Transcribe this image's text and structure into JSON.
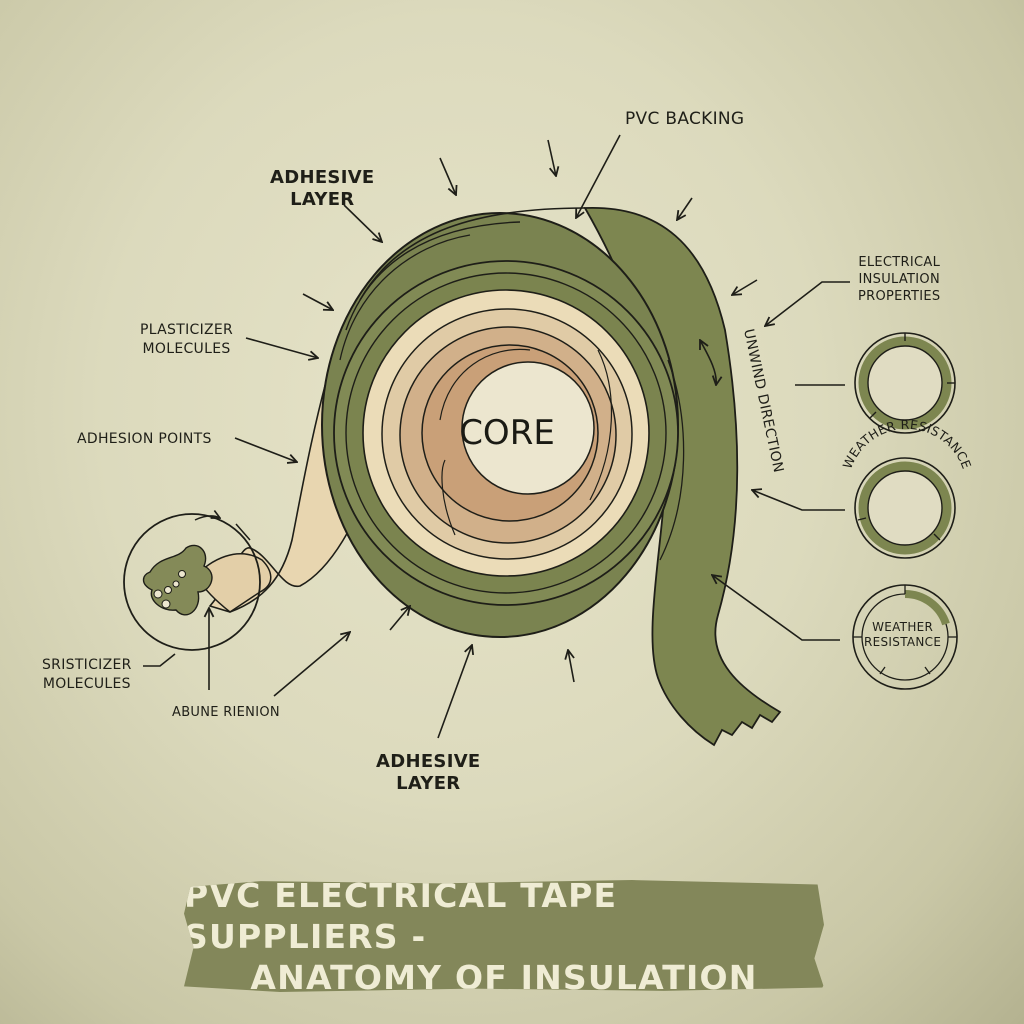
{
  "title": {
    "line1": "PVC ELECTRICAL TAPE SUPPLIERS -",
    "line2": "ANATOMY OF INSULATION"
  },
  "labels": {
    "pvc_backing": "PVC BACKING",
    "adhesive_layer_top": {
      "line1": "ADHESIVE",
      "line2": "LAYER"
    },
    "adhesive_layer_bottom": {
      "line1": "ADHESIVE",
      "line2": "LAYER"
    },
    "plasticizer_molecules": {
      "line1": "PLASTICIZER",
      "line2": "MOLECULES"
    },
    "adhesion_points": "ADHESION POINTS",
    "sristicizer_molecules": {
      "line1": "SRISTICIZER",
      "line2": "MOLECULES"
    },
    "abune_rienion": "ABUNE RIENION",
    "core": "CORE",
    "electrical_insulation": {
      "line1": "ELECTRICAL",
      "line2": "INSULATION",
      "line3": "PROPERTIES"
    },
    "unwind_direction": "UNWIND DIRECTION",
    "weather_resistance_arc": "WEATHER RESISTANCE",
    "weather_resistance_inner": {
      "line1": "WEATHER",
      "line2": "RESISTANCE"
    }
  },
  "colors": {
    "tape_green": "#7d8650",
    "tape_green_dark": "#6c7443",
    "cream_layer": "#e8d8b4",
    "tan_layer": "#ddc4a0",
    "brown_layer": "#c9a37c",
    "core_hole": "#ece6cf",
    "banner": "#83875a",
    "ink": "#1e1e18"
  }
}
